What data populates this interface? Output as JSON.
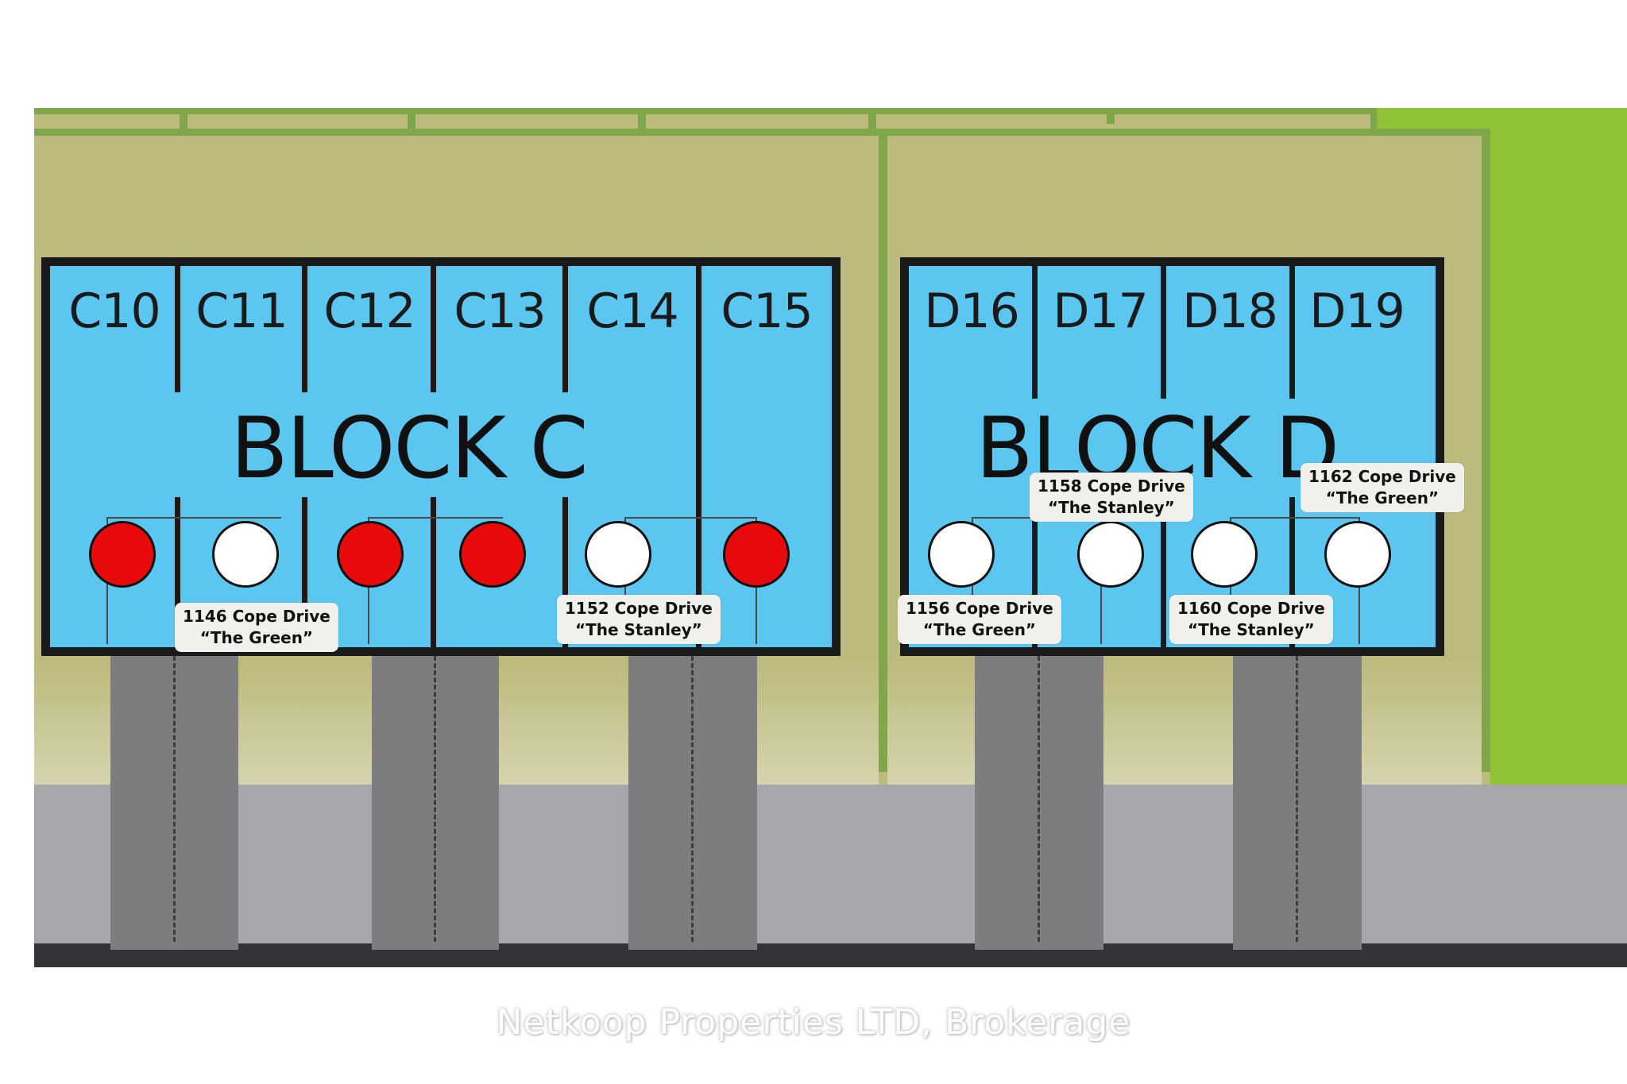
{
  "block_c": {
    "title": "BLOCK C",
    "units": [
      "C10",
      "C11",
      "C12",
      "C13",
      "C14",
      "C15"
    ],
    "unit_status": [
      "sold",
      "available",
      "sold",
      "sold",
      "available",
      "sold"
    ]
  },
  "block_d": {
    "title": "BLOCK D",
    "units": [
      "D16",
      "D17",
      "D18",
      "D19"
    ],
    "unit_status": [
      "available",
      "available",
      "available",
      "available"
    ]
  },
  "callouts": [
    {
      "unit": "C11",
      "address": "1146 Cope Drive",
      "model": "“The Green”"
    },
    {
      "unit": "C14",
      "address": "1152 Cope Drive",
      "model": "“The Stanley”"
    },
    {
      "unit": "D16",
      "address": "1156 Cope Drive",
      "model": "“The Green”"
    },
    {
      "unit": "D17",
      "address": "1158 Cope Drive",
      "model": "“The Stanley”"
    },
    {
      "unit": "D18",
      "address": "1160 Cope Drive",
      "model": "“The Stanley”"
    },
    {
      "unit": "D19",
      "address": "1162 Cope Drive",
      "model": "“The Green”"
    }
  ],
  "watermark": "Netkoop Properties LTD, Brokerage",
  "colors": {
    "sold": "#e80a0a",
    "available": "#ffffff",
    "block_fill": "#5bc6f0",
    "lot": "#bcba7d",
    "park": "#8fc237",
    "street": "#a6a6ab"
  }
}
